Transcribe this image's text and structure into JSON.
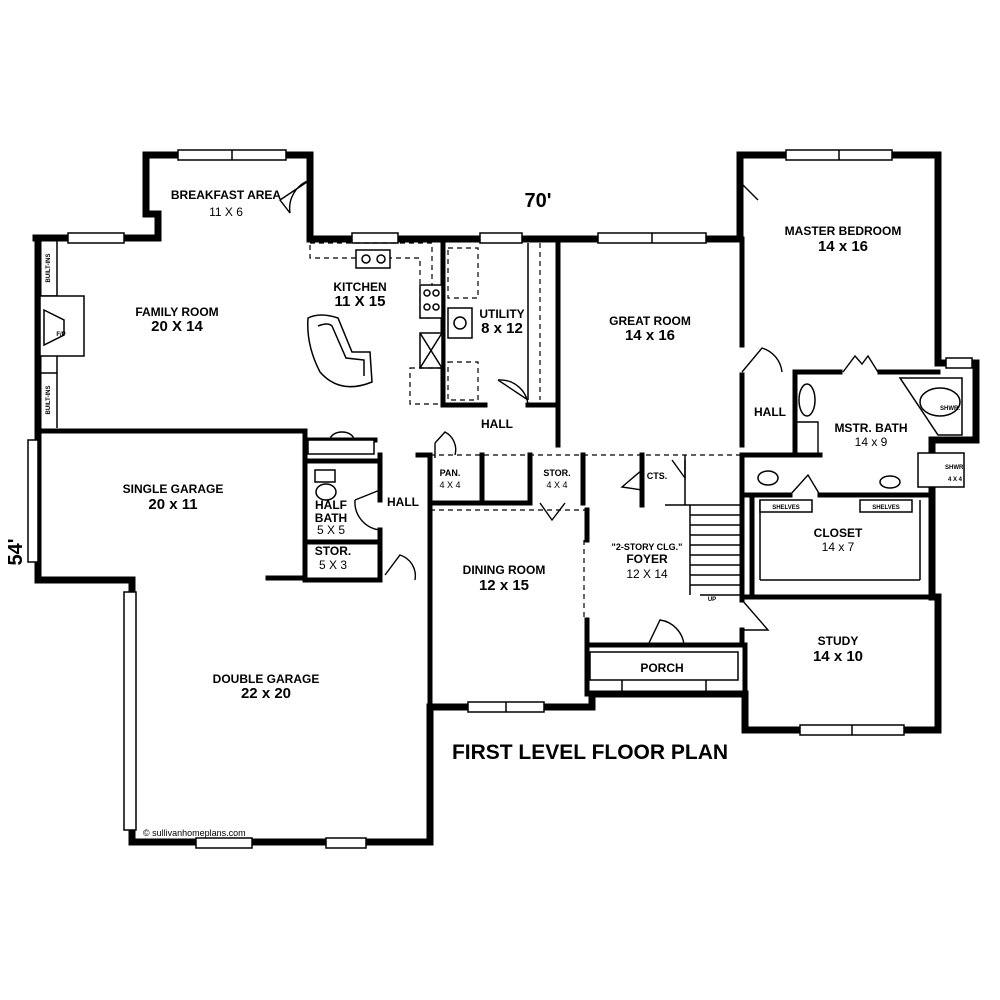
{
  "plan": {
    "title": "FIRST LEVEL FLOOR PLAN",
    "width_label": "70'",
    "depth_label": "54'",
    "credit": "© sullivanhomeplans.com",
    "rooms": {
      "breakfast": {
        "name": "BREAKFAST AREA",
        "dims": "11 X 6"
      },
      "kitchen": {
        "name": "KITCHEN",
        "dims": "11 X 15"
      },
      "family": {
        "name": "FAMILY ROOM",
        "dims": "20 X 14"
      },
      "utility": {
        "name": "UTILITY",
        "dims": "8 x 12"
      },
      "great": {
        "name": "GREAT ROOM",
        "dims": "14 x 16"
      },
      "master_bed": {
        "name": "MASTER BEDROOM",
        "dims": "14 x 16"
      },
      "master_bath": {
        "name": "MSTR. BATH",
        "dims": "14 x 9"
      },
      "closet": {
        "name": "CLOSET",
        "dims": "14 x 7"
      },
      "study": {
        "name": "STUDY",
        "dims": "14 x 10"
      },
      "foyer": {
        "name": "FOYER",
        "dims": "12 X 14",
        "note": "\"2-STORY CLG.\""
      },
      "dining": {
        "name": "DINING ROOM",
        "dims": "12 x 15"
      },
      "single_garage": {
        "name": "SINGLE GARAGE",
        "dims": "20 x 11"
      },
      "double_garage": {
        "name": "DOUBLE GARAGE",
        "dims": "22 x 20"
      },
      "half_bath": {
        "name1": "HALF",
        "name2": "BATH",
        "dims": "5 X 5"
      },
      "stor_a": {
        "name": "STOR.",
        "dims": "5 X 3"
      },
      "pan": {
        "name": "PAN.",
        "dims": "4 X 4"
      },
      "stor_b": {
        "name": "STOR.",
        "dims": "4 X 4"
      },
      "porch": {
        "name": "PORCH"
      }
    },
    "labels": {
      "hall_center": "HALL",
      "hall_left": "HALL",
      "hall_right": "HALL",
      "builtins_top": "BUILT-INS",
      "builtins_bottom": "BUILT-INS",
      "fireplace": "F/P",
      "cts": "CTS.",
      "up": "UP",
      "shelves_left": "SHELVES",
      "shelves_right": "SHELVES",
      "shwr_tub": "SHWR.",
      "shwr": "SHWR.",
      "shwr_dims": "4 X 4"
    }
  }
}
